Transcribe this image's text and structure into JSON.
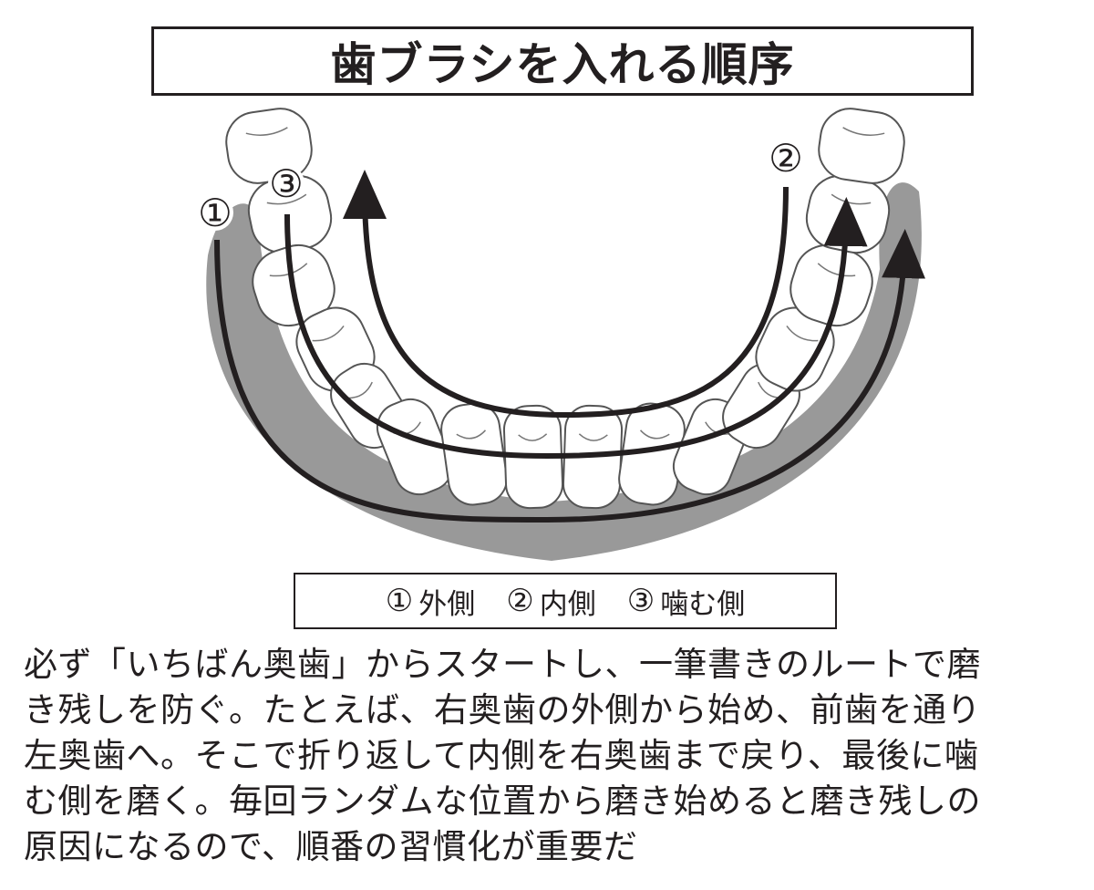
{
  "title": "歯ブラシを入れる順序",
  "diagram": {
    "labels": {
      "outer": "①",
      "inner": "②",
      "chewing": "③"
    },
    "colors": {
      "gum": "#999999",
      "tooth": "#ffffff",
      "line": "#231f20"
    }
  },
  "legend": [
    {
      "num": "①",
      "label": "外側"
    },
    {
      "num": "②",
      "label": "内側"
    },
    {
      "num": "③",
      "label": "噛む側"
    }
  ],
  "caption": [
    "必ず「いちばん奥歯」からスタートし、一筆書きのルートで磨",
    "き残しを防ぐ。たとえば、右奥歯の外側から始め、前歯を通り",
    "左奥歯へ。そこで折り返して内側を右奥歯まで戻り、最後に噛",
    "む側を磨く。毎回ランダムな位置から磨き始めると磨き残しの",
    "原因になるので、順番の習慣化が重要だ"
  ]
}
